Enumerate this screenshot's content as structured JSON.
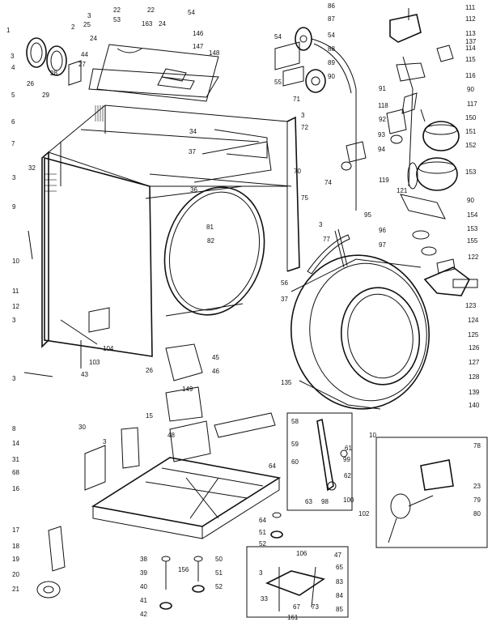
{
  "diagram": {
    "callouts": [
      {
        "id": "c1",
        "text": "1"
      },
      {
        "id": "c2",
        "text": "2"
      },
      {
        "id": "c3a",
        "text": "3"
      },
      {
        "id": "c22a",
        "text": "22"
      },
      {
        "id": "c53",
        "text": "53"
      },
      {
        "id": "c22b",
        "text": "22"
      },
      {
        "id": "c54a",
        "text": "54"
      },
      {
        "id": "c163",
        "text": "163"
      },
      {
        "id": "c24a",
        "text": "24"
      },
      {
        "id": "c25",
        "text": "25"
      },
      {
        "id": "c24b",
        "text": "24"
      },
      {
        "id": "c146",
        "text": "146"
      },
      {
        "id": "c147",
        "text": "147"
      },
      {
        "id": "c148",
        "text": "148"
      },
      {
        "id": "c44",
        "text": "44"
      },
      {
        "id": "c27",
        "text": "27"
      },
      {
        "id": "c3b",
        "text": "3"
      },
      {
        "id": "c26",
        "text": "26"
      },
      {
        "id": "c28",
        "text": "28"
      },
      {
        "id": "c29",
        "text": "29"
      },
      {
        "id": "c4",
        "text": "4"
      },
      {
        "id": "c5",
        "text": "5"
      },
      {
        "id": "c6",
        "text": "6"
      },
      {
        "id": "c7",
        "text": "7"
      },
      {
        "id": "c32",
        "text": "32"
      },
      {
        "id": "c3c",
        "text": "3"
      },
      {
        "id": "c9",
        "text": "9"
      },
      {
        "id": "c10a",
        "text": "10"
      },
      {
        "id": "c11",
        "text": "11"
      },
      {
        "id": "c12",
        "text": "12"
      },
      {
        "id": "c3d",
        "text": "3"
      },
      {
        "id": "c104",
        "text": "104"
      },
      {
        "id": "c103",
        "text": "103"
      },
      {
        "id": "c43",
        "text": "43"
      },
      {
        "id": "c3e",
        "text": "3"
      },
      {
        "id": "c34",
        "text": "34"
      },
      {
        "id": "c37a",
        "text": "37"
      },
      {
        "id": "c36",
        "text": "36"
      },
      {
        "id": "c81",
        "text": "81"
      },
      {
        "id": "c82",
        "text": "82"
      },
      {
        "id": "c37b",
        "text": "37"
      },
      {
        "id": "c56",
        "text": "56"
      },
      {
        "id": "c3f",
        "text": "3"
      },
      {
        "id": "c77",
        "text": "77"
      },
      {
        "id": "c75",
        "text": "75"
      },
      {
        "id": "c71",
        "text": "71"
      },
      {
        "id": "c3g",
        "text": "3"
      },
      {
        "id": "c72",
        "text": "72"
      },
      {
        "id": "c70",
        "text": "70"
      },
      {
        "id": "c74",
        "text": "74"
      },
      {
        "id": "c54b",
        "text": "54"
      },
      {
        "id": "c55",
        "text": "55"
      },
      {
        "id": "c86",
        "text": "86"
      },
      {
        "id": "c87",
        "text": "87"
      },
      {
        "id": "c54c",
        "text": "54"
      },
      {
        "id": "c88",
        "text": "88"
      },
      {
        "id": "c89",
        "text": "89"
      },
      {
        "id": "c90a",
        "text": "90"
      },
      {
        "id": "c91",
        "text": "91"
      },
      {
        "id": "c118",
        "text": "118"
      },
      {
        "id": "c92",
        "text": "92"
      },
      {
        "id": "c93",
        "text": "93"
      },
      {
        "id": "c94",
        "text": "94"
      },
      {
        "id": "c119",
        "text": "119"
      },
      {
        "id": "c111",
        "text": "111"
      },
      {
        "id": "c112",
        "text": "112"
      },
      {
        "id": "c113",
        "text": "113"
      },
      {
        "id": "c137",
        "text": "137"
      },
      {
        "id": "c114",
        "text": "114"
      },
      {
        "id": "c115",
        "text": "115"
      },
      {
        "id": "c116",
        "text": "116"
      },
      {
        "id": "c90b",
        "text": "90"
      },
      {
        "id": "c117",
        "text": "117"
      },
      {
        "id": "c150",
        "text": "150"
      },
      {
        "id": "c151",
        "text": "151"
      },
      {
        "id": "c152",
        "text": "152"
      },
      {
        "id": "c153a",
        "text": "153"
      },
      {
        "id": "c121",
        "text": "121"
      },
      {
        "id": "c90c",
        "text": "90"
      },
      {
        "id": "c154",
        "text": "154"
      },
      {
        "id": "c153b",
        "text": "153"
      },
      {
        "id": "c155",
        "text": "155"
      },
      {
        "id": "c95",
        "text": "95"
      },
      {
        "id": "c96",
        "text": "96"
      },
      {
        "id": "c97",
        "text": "97"
      },
      {
        "id": "c122",
        "text": "122"
      },
      {
        "id": "c123",
        "text": "123"
      },
      {
        "id": "c124",
        "text": "124"
      },
      {
        "id": "c125",
        "text": "125"
      },
      {
        "id": "c126",
        "text": "126"
      },
      {
        "id": "c127",
        "text": "127"
      },
      {
        "id": "c128",
        "text": "128"
      },
      {
        "id": "c135",
        "text": "135"
      },
      {
        "id": "c139",
        "text": "139"
      },
      {
        "id": "c140",
        "text": "140"
      },
      {
        "id": "c45",
        "text": "45"
      },
      {
        "id": "c46",
        "text": "46"
      },
      {
        "id": "c26b",
        "text": "26"
      },
      {
        "id": "c149",
        "text": "149"
      },
      {
        "id": "c15",
        "text": "15"
      },
      {
        "id": "c8",
        "text": "8"
      },
      {
        "id": "c30",
        "text": "30"
      },
      {
        "id": "c3h",
        "text": "3"
      },
      {
        "id": "c48",
        "text": "48"
      },
      {
        "id": "c14",
        "text": "14"
      },
      {
        "id": "c31",
        "text": "31"
      },
      {
        "id": "c68",
        "text": "68"
      },
      {
        "id": "c16",
        "text": "16"
      },
      {
        "id": "c58",
        "text": "58"
      },
      {
        "id": "c59",
        "text": "59"
      },
      {
        "id": "c60",
        "text": "60"
      },
      {
        "id": "c61",
        "text": "61"
      },
      {
        "id": "c62",
        "text": "62"
      },
      {
        "id": "c63",
        "text": "63"
      },
      {
        "id": "c98",
        "text": "98"
      },
      {
        "id": "c99",
        "text": "99"
      },
      {
        "id": "c100",
        "text": "100"
      },
      {
        "id": "c102",
        "text": "102"
      },
      {
        "id": "c10b",
        "text": "10"
      },
      {
        "id": "c64a",
        "text": "64"
      },
      {
        "id": "c64b",
        "text": "64"
      },
      {
        "id": "c51a",
        "text": "51"
      },
      {
        "id": "c52a",
        "text": "52"
      },
      {
        "id": "c38",
        "text": "38"
      },
      {
        "id": "c39",
        "text": "39"
      },
      {
        "id": "c40",
        "text": "40"
      },
      {
        "id": "c41",
        "text": "41"
      },
      {
        "id": "c42",
        "text": "42"
      },
      {
        "id": "c156",
        "text": "156"
      },
      {
        "id": "c50",
        "text": "50"
      },
      {
        "id": "c51b",
        "text": "51"
      },
      {
        "id": "c52b",
        "text": "52"
      },
      {
        "id": "c17",
        "text": "17"
      },
      {
        "id": "c18",
        "text": "18"
      },
      {
        "id": "c19",
        "text": "19"
      },
      {
        "id": "c20",
        "text": "20"
      },
      {
        "id": "c21",
        "text": "21"
      },
      {
        "id": "c106",
        "text": "106"
      },
      {
        "id": "c47",
        "text": "47"
      },
      {
        "id": "c3i",
        "text": "3"
      },
      {
        "id": "c65",
        "text": "65"
      },
      {
        "id": "c83",
        "text": "83"
      },
      {
        "id": "c33",
        "text": "33"
      },
      {
        "id": "c67",
        "text": "67"
      },
      {
        "id": "c73",
        "text": "73"
      },
      {
        "id": "c84",
        "text": "84"
      },
      {
        "id": "c85",
        "text": "85"
      },
      {
        "id": "c161",
        "text": "161"
      },
      {
        "id": "c78",
        "text": "78"
      },
      {
        "id": "c23",
        "text": "23"
      },
      {
        "id": "c79",
        "text": "79"
      },
      {
        "id": "c80",
        "text": "80"
      }
    ]
  }
}
